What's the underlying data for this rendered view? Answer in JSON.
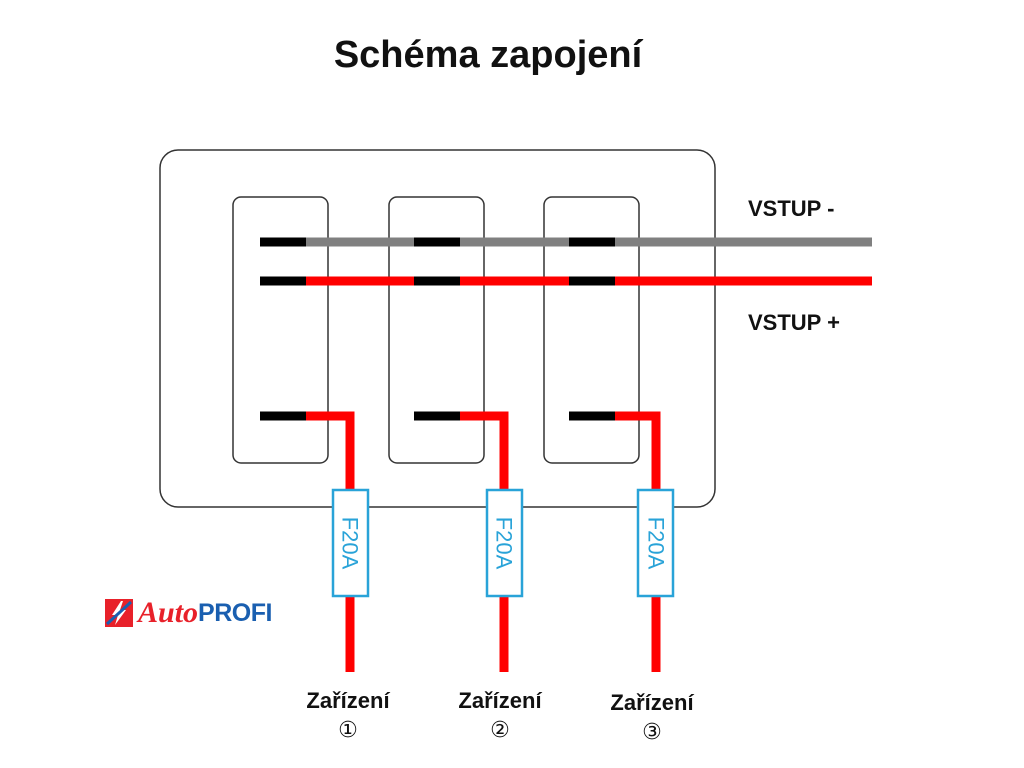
{
  "title": "Schéma zapojení",
  "inputs": {
    "negative": "VSTUP -",
    "positive": "VSTUP +"
  },
  "fuses": [
    {
      "label": "F20A"
    },
    {
      "label": "F20A"
    },
    {
      "label": "F20A"
    }
  ],
  "devices": [
    {
      "label": "Zařízení",
      "number": "①"
    },
    {
      "label": "Zařízení",
      "number": "②"
    },
    {
      "label": "Zařízení",
      "number": "③"
    }
  ],
  "logo": {
    "part1": "Auto",
    "part2": "PROFI"
  },
  "colors": {
    "negative_wire": "#808080",
    "positive_wire": "#ff0000",
    "terminal": "#000000",
    "fuse_outline": "#29a3d8",
    "outline": "#333333"
  }
}
